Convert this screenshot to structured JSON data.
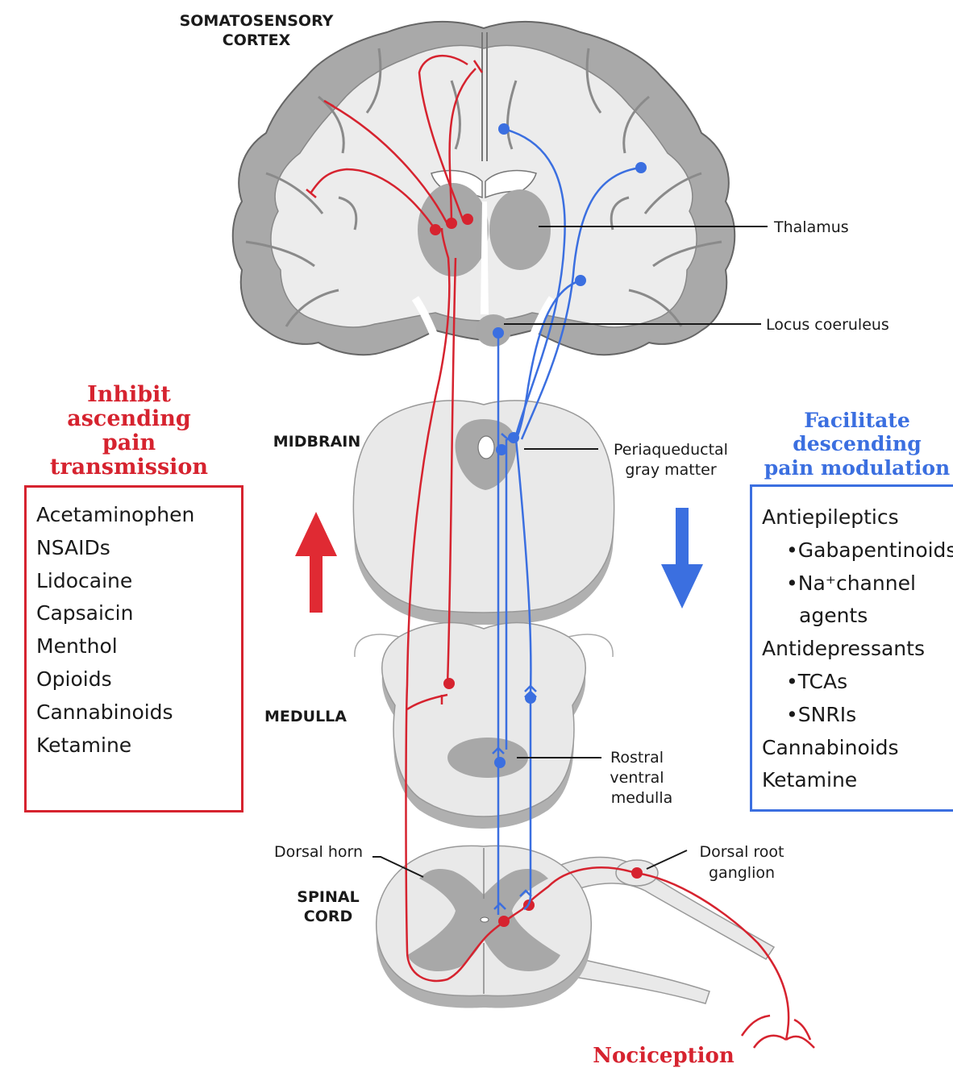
{
  "labels": {
    "cortex_line1": "SOMATOSENSORY",
    "cortex_line2": "CORTEX",
    "midbrain": "MIDBRAIN",
    "medulla": "MEDULLA",
    "spinal_line1": "SPINAL",
    "spinal_line2": "CORD",
    "thalamus": "Thalamus",
    "locus": "Locus coeruleus",
    "pag_line1": "Periaqueductal",
    "pag_line2": "gray matter",
    "rvm_line1": "Rostral",
    "rvm_line2": "ventral",
    "rvm_line3": "medulla",
    "dorsal_horn": "Dorsal horn",
    "drg_line1": "Dorsal root",
    "drg_line2": "ganglion",
    "nociception": "Nociception"
  },
  "inhibit": {
    "heading": [
      "Inhibit",
      "ascending",
      "pain",
      "transmission"
    ],
    "items": [
      "Acetaminophen",
      "NSAIDs",
      "Lidocaine",
      "Capsaicin",
      "Menthol",
      "Opioids",
      "Cannabinoids",
      "Ketamine"
    ]
  },
  "facilitate": {
    "heading": [
      "Facilitate",
      "descending",
      "pain modulation"
    ],
    "items": [
      {
        "text": "Antiepileptics",
        "level": 0
      },
      {
        "text": "Gabapentinoids",
        "level": 1
      },
      {
        "text": "Na⁺channel",
        "level": 1
      },
      {
        "text": "agents",
        "level": 2
      },
      {
        "text": "Antidepressants",
        "level": 0
      },
      {
        "text": "TCAs",
        "level": 1
      },
      {
        "text": "SNRIs",
        "level": 1
      },
      {
        "text": "Cannabinoids",
        "level": 0
      },
      {
        "text": "Ketamine",
        "level": 0
      }
    ]
  },
  "colors": {
    "ascending": "#d6232f",
    "descending": "#3b6fe0",
    "tissue": "#e6e6e6",
    "gray_matter": "#a8a8a8"
  },
  "icons": [
    "arrow-up-icon",
    "arrow-down-icon",
    "neuron-dot-icon"
  ]
}
